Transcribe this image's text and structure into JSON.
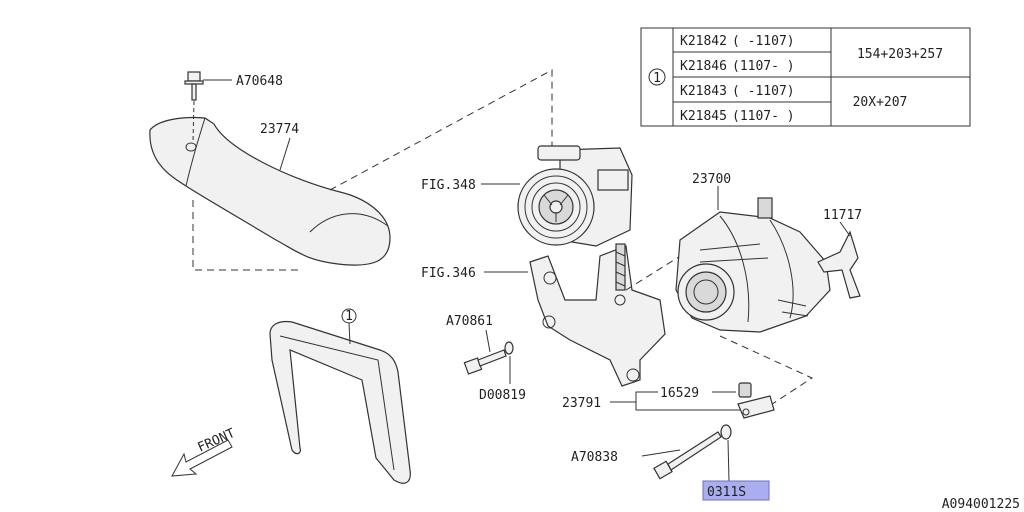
{
  "table": {
    "marker": "1",
    "rows": [
      {
        "part": "K21842",
        "range": "( -1107)"
      },
      {
        "part": "K21846",
        "range": "(1107- )"
      },
      {
        "part": "K21843",
        "range": "( -1107)"
      },
      {
        "part": "K21845",
        "range": "(1107- )"
      }
    ],
    "sizes": [
      "154+203+257",
      "20X+207"
    ]
  },
  "labels": {
    "a70648": "A70648",
    "p23774": "23774",
    "fig348": "FIG.348",
    "fig346": "FIG.346",
    "p23700": "23700",
    "p11717": "11717",
    "belt_marker": "1",
    "a70861": "A70861",
    "d00819": "D00819",
    "p16529": "16529",
    "p23791": "23791",
    "a70838": "A70838",
    "highlight": "0311S",
    "front": "FRONT",
    "diagram_id": "A094001225"
  }
}
